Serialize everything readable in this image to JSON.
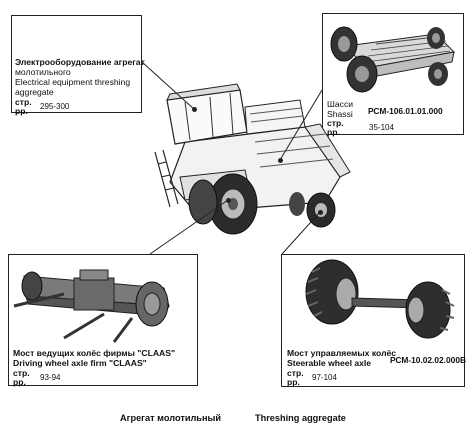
{
  "electrical": {
    "title_ru": "Электрооборудование агрегат",
    "title_ru2": "молотильного",
    "title_en": "Electrical equipment threshing",
    "title_en2": "aggregate",
    "page_label_ru": "стр.",
    "page_label_en": "pp.",
    "pages": "295-300"
  },
  "chassis": {
    "title_ru": "Шасси",
    "title_en": "Shassi",
    "code": "РСМ-106.01.01.000",
    "page_label_ru": "стр.",
    "page_label_en": "pp.",
    "pages": "35-104"
  },
  "driving_axle": {
    "title_ru": "Мост ведущих колёс фирмы \"CLAAS\"",
    "title_en": "Driving wheel axle firm \"CLAAS\"",
    "page_label_ru": "стр.",
    "page_label_en": "pp.",
    "pages": "93-94"
  },
  "steerable_axle": {
    "title_ru": "Мост управляемых колёс",
    "title_en": "Steerable wheel axle",
    "code": "РСМ-10.02.02.000В",
    "page_label_ru": "стр.",
    "page_label_en": "pp.",
    "pages": "97-104"
  },
  "caption": {
    "ru": "Агрегат молотильный",
    "en": "Threshing aggregate"
  }
}
